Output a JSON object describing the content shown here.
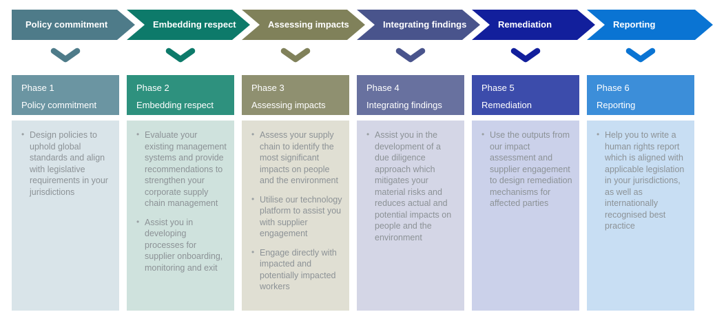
{
  "columns": [
    {
      "arrow_label": "Policy commitment",
      "phase_label": "Phase 1",
      "phase_title": "Policy commitment",
      "bullets": [
        "Design policies to uphold global standards and align with legislative requirements in your jurisdictions"
      ],
      "colors": {
        "dark": "#4e7b89",
        "mid": "#6b95a2",
        "light": "#d9e4e9"
      }
    },
    {
      "arrow_label": "Embedding respect",
      "phase_label": "Phase 2",
      "phase_title": "Embedding respect",
      "bullets": [
        "Evaluate your existing management systems and provide recommendations to strengthen your corporate supply chain management",
        "Assist you in developing processes for supplier onboarding, monitoring and exit"
      ],
      "colors": {
        "dark": "#0d7a6a",
        "mid": "#2e917e",
        "light": "#cfe2dd"
      }
    },
    {
      "arrow_label": "Assessing impacts",
      "phase_label": "Phase 3",
      "phase_title": "Assessing impacts",
      "bullets": [
        "Assess your supply chain to identify the most significant impacts on people and the environment",
        "Utilise our technology platform to assist you with supplier engagement",
        "Engage directly with impacted and potentially impacted workers"
      ],
      "colors": {
        "dark": "#80815a",
        "mid": "#8f9070",
        "light": "#e0dfd3"
      }
    },
    {
      "arrow_label": "Integrating findings",
      "phase_label": "Phase 4",
      "phase_title": "Integrating findings",
      "bullets": [
        "Assist you in the development of a due diligence approach which mitigates your material risks and reduces actual and potential impacts on people and the environment"
      ],
      "colors": {
        "dark": "#49548c",
        "mid": "#68719f",
        "light": "#d4d6e6"
      }
    },
    {
      "arrow_label": "Remediation",
      "phase_label": "Phase 5",
      "phase_title": "Remediation",
      "bullets": [
        "Use the outputs from our impact assessment and supplier engagement to design remediation mechanisms for affected parties"
      ],
      "colors": {
        "dark": "#121f9c",
        "mid": "#3c4cab",
        "light": "#cbd1ea"
      }
    },
    {
      "arrow_label": "Reporting",
      "phase_label": "Phase 6",
      "phase_title": "Reporting",
      "bullets": [
        "Help you to write a human rights report which is aligned with applicable legislation in your jurisdictions, as well as internationally recognised best practice"
      ],
      "colors": {
        "dark": "#0a74d3",
        "mid": "#3c8ed9",
        "light": "#c8def3"
      }
    }
  ],
  "icons": {
    "chevron": "chevron-down-icon"
  },
  "body_text_color": "#8c9296",
  "background_color": "#ffffff"
}
